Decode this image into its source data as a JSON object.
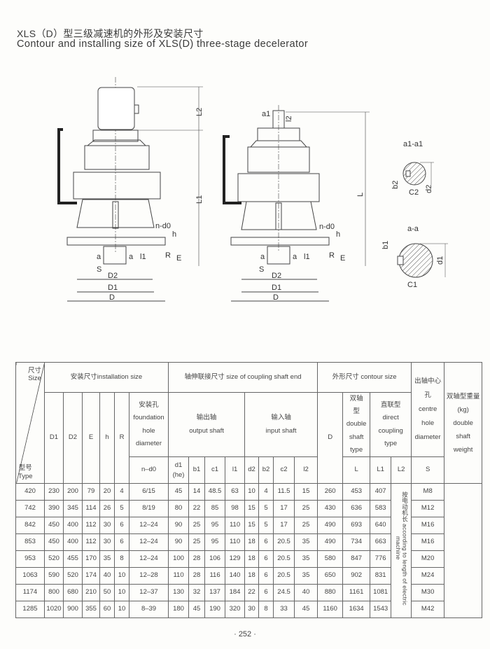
{
  "title_cn": "XLS（D）型三级减速机的外形及安装尺寸",
  "title_en": "Contour and installing size of XLS(D) three-stage decelerator",
  "drawings": {
    "left": {
      "labels": {
        "L2": "L2",
        "L1": "L1",
        "n_do": "n-d0",
        "h": "h",
        "R": "R",
        "E": "E",
        "a1": "a",
        "a2": "a",
        "l1": "l1",
        "S": "S",
        "D2": "D2",
        "D1": "D1",
        "D": "D"
      }
    },
    "middle": {
      "labels": {
        "a1": "a1",
        "l2": "l2",
        "L": "L",
        "n_do": "n-d0",
        "h": "h",
        "R": "R",
        "E": "E",
        "a1b": "a",
        "a2": "a",
        "l1": "l1",
        "S": "S",
        "D2": "D2",
        "D1": "D1",
        "D": "D"
      }
    },
    "section_a1": {
      "title": "a1-a1",
      "b2": "b2",
      "C2": "C2",
      "d2": "d2"
    },
    "section_a": {
      "title": "a-a",
      "b1": "b1",
      "C1": "C1",
      "d1": "d1"
    }
  },
  "table": {
    "corner_size_cn": "尺寸",
    "corner_size_en": "Size",
    "corner_type_cn": "型号",
    "corner_type_en": "Type",
    "group_installation": "安装尺寸installation size",
    "group_coupling": "轴伸联接尺寸 size of coupling shaft end",
    "group_contour": "外形尺寸 contour size",
    "centre_hole": {
      "cn": "出轴中心孔",
      "en1": "centre",
      "en2": "hole",
      "en3": "diameter"
    },
    "weight": {
      "cn": "双轴型重量(kg)",
      "en1": "double",
      "en2": "shaft",
      "en3": "weight"
    },
    "col_D1": "D1",
    "col_D2": "D2",
    "col_E": "E",
    "col_h": "h",
    "col_R": "R",
    "foundation": {
      "cn": "安装孔",
      "en1": "foundation",
      "en2": "hole",
      "en3": "diameter"
    },
    "output_shaft": {
      "cn": "输出轴",
      "en": "output shaft"
    },
    "input_shaft": {
      "cn": "输入轴",
      "en": "input shaft"
    },
    "col_D": "D",
    "double_shaft": {
      "cn": "双轴",
      "en1": "型double",
      "en2": "shaft",
      "en3": "type"
    },
    "direct_coupling": {
      "cn": "直联型",
      "en1": "direct",
      "en2": "coupling",
      "en3": "type"
    },
    "sub": {
      "n_do": "n–d0",
      "d1": "d1",
      "he": "(he)",
      "b1": "b1",
      "c1": "c1",
      "l1": "l1",
      "d2": "d2",
      "b2": "b2",
      "c2": "c2",
      "l2": "l2",
      "L": "L",
      "L1": "L1",
      "L2": "L2",
      "S": "S"
    },
    "L2_note": "按电动机长 according to length of electric machine",
    "rows": [
      [
        "420",
        "230",
        "200",
        "79",
        "20",
        "4",
        "6/15",
        "45",
        "14",
        "48.5",
        "63",
        "10",
        "4",
        "11.5",
        "15",
        "260",
        "453",
        "407",
        "M8"
      ],
      [
        "742",
        "390",
        "345",
        "114",
        "26",
        "5",
        "8/19",
        "80",
        "22",
        "85",
        "98",
        "15",
        "5",
        "17",
        "25",
        "430",
        "636",
        "583",
        "M12"
      ],
      [
        "842",
        "450",
        "400",
        "112",
        "30",
        "6",
        "12–24",
        "90",
        "25",
        "95",
        "110",
        "15",
        "5",
        "17",
        "25",
        "490",
        "693",
        "640",
        "M16"
      ],
      [
        "853",
        "450",
        "400",
        "112",
        "30",
        "6",
        "12–24",
        "90",
        "25",
        "95",
        "110",
        "18",
        "6",
        "20.5",
        "35",
        "490",
        "734",
        "663",
        "M16"
      ],
      [
        "953",
        "520",
        "455",
        "170",
        "35",
        "8",
        "12–24",
        "100",
        "28",
        "106",
        "129",
        "18",
        "6",
        "20.5",
        "35",
        "580",
        "847",
        "776",
        "M20"
      ],
      [
        "1063",
        "590",
        "520",
        "174",
        "40",
        "10",
        "12–28",
        "110",
        "28",
        "116",
        "140",
        "18",
        "6",
        "20.5",
        "35",
        "650",
        "902",
        "831",
        "M24"
      ],
      [
        "1174",
        "800",
        "680",
        "210",
        "50",
        "10",
        "12–37",
        "130",
        "32",
        "137",
        "184",
        "22",
        "6",
        "24.5",
        "40",
        "880",
        "1161",
        "1081",
        "M30"
      ],
      [
        "1285",
        "1020",
        "900",
        "355",
        "60",
        "10",
        "8–39",
        "180",
        "45",
        "190",
        "320",
        "30",
        "8",
        "33",
        "45",
        "1160",
        "1634",
        "1543",
        "M42"
      ]
    ]
  },
  "page_number": "· 252 ·"
}
